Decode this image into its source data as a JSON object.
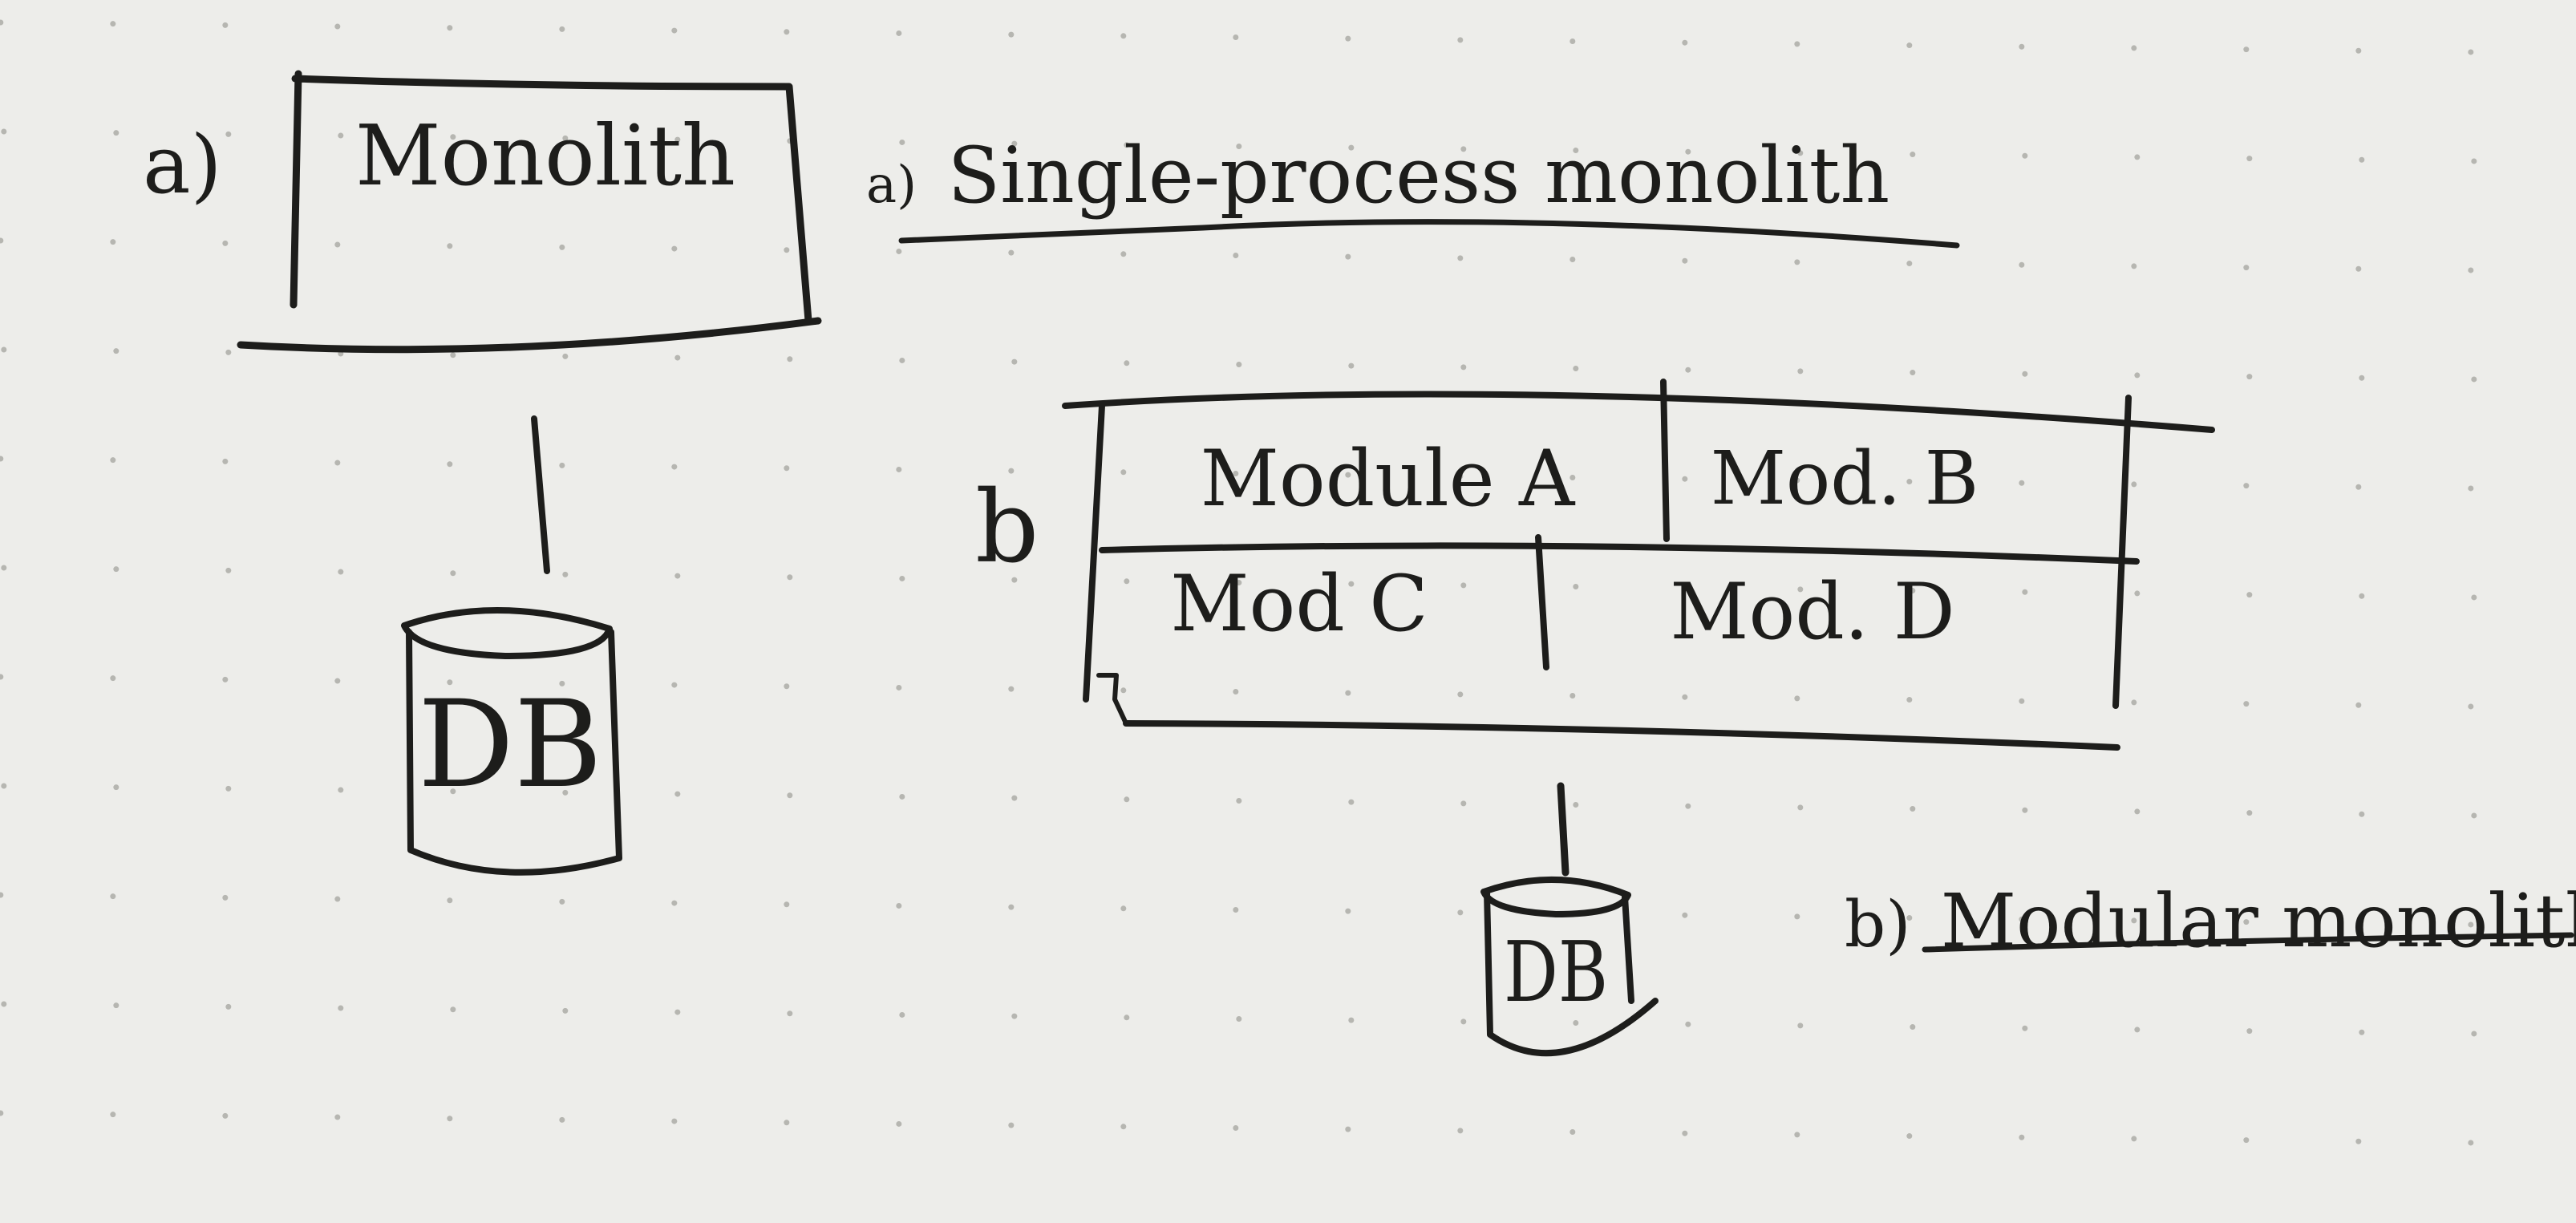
{
  "colors": {
    "paper": "#ededea",
    "ink": "#1d1d1b",
    "dot": "#b6b6b1"
  },
  "diagram_a": {
    "marker": "a)",
    "box_label": "Monolith",
    "db_label": "DB",
    "caption_marker": "a)",
    "caption_text": "Single-process monolith"
  },
  "diagram_b": {
    "marker": "b",
    "module_a": "Module A",
    "module_b": "Mod. B",
    "module_c": "Mod C",
    "module_d": "Mod. D",
    "db_label": "DB",
    "caption_marker": "b)",
    "caption_text": "Modular monolith"
  }
}
